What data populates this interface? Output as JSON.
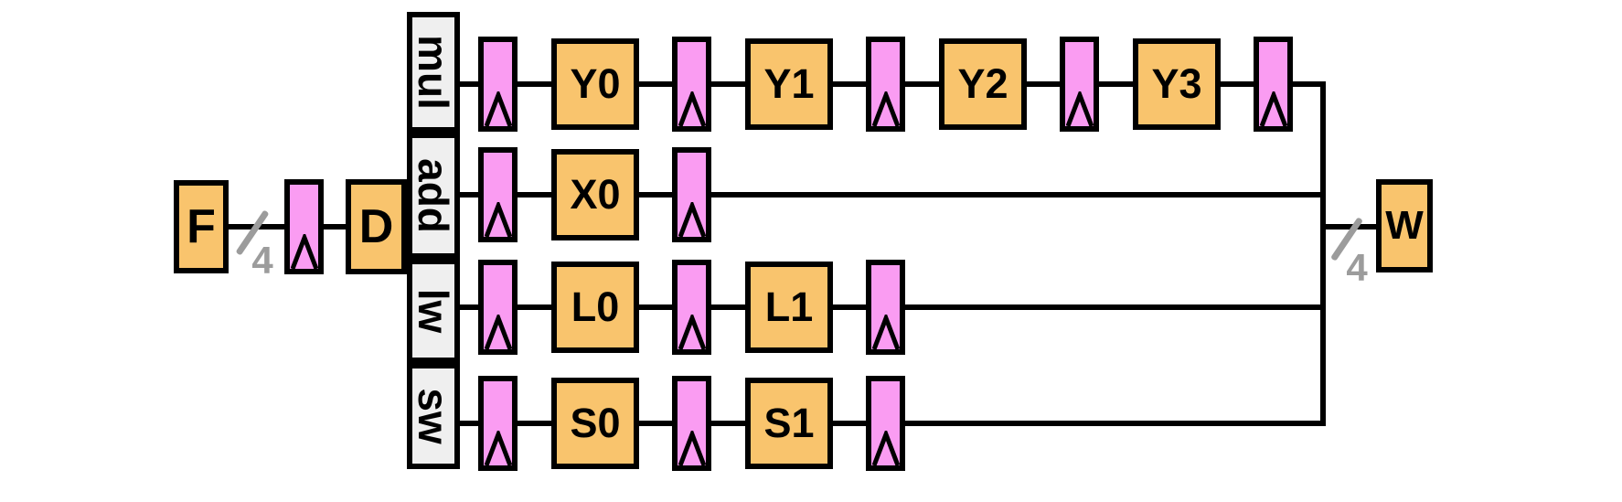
{
  "diagram": {
    "type": "pipeline-datapath",
    "stages": {
      "fetch": {
        "label": "F"
      },
      "decode": {
        "label": "D"
      },
      "writeback": {
        "label": "W"
      }
    },
    "bus": {
      "width_label": "4"
    },
    "lanes": [
      {
        "id": "mul",
        "label": "mul",
        "units": [
          "Y0",
          "Y1",
          "Y2",
          "Y3"
        ]
      },
      {
        "id": "add",
        "label": "add",
        "units": [
          "X0"
        ]
      },
      {
        "id": "lw",
        "label": "lw",
        "units": [
          "L0",
          "L1"
        ]
      },
      {
        "id": "sw",
        "label": "sw",
        "units": [
          "S0",
          "S1"
        ]
      }
    ],
    "register_icon": "clock-edge-triangle",
    "colors": {
      "unit_fill": "#F9C46D",
      "register_fill": "#FA9CF2",
      "lane_fill": "#EFEFEF",
      "wire": "#000000",
      "width_marker": "#9C9C9C",
      "background": "#FFFFFF"
    }
  }
}
